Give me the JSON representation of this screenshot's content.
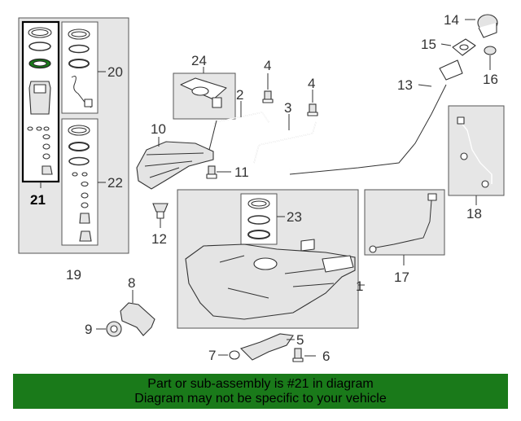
{
  "diagram": {
    "callouts": [
      "1",
      "2",
      "3",
      "4",
      "4",
      "5",
      "6",
      "7",
      "8",
      "9",
      "10",
      "11",
      "12",
      "13",
      "14",
      "15",
      "16",
      "17",
      "18",
      "19",
      "20",
      "21",
      "22",
      "23",
      "24"
    ],
    "highlight_color": "#1a7a1a",
    "highlighted_part": "21"
  },
  "banner": {
    "line1": "Part or sub-assembly is #21 in diagram",
    "line2": "Diagram may not be specific to your vehicle",
    "background": "#1a7a1a"
  }
}
